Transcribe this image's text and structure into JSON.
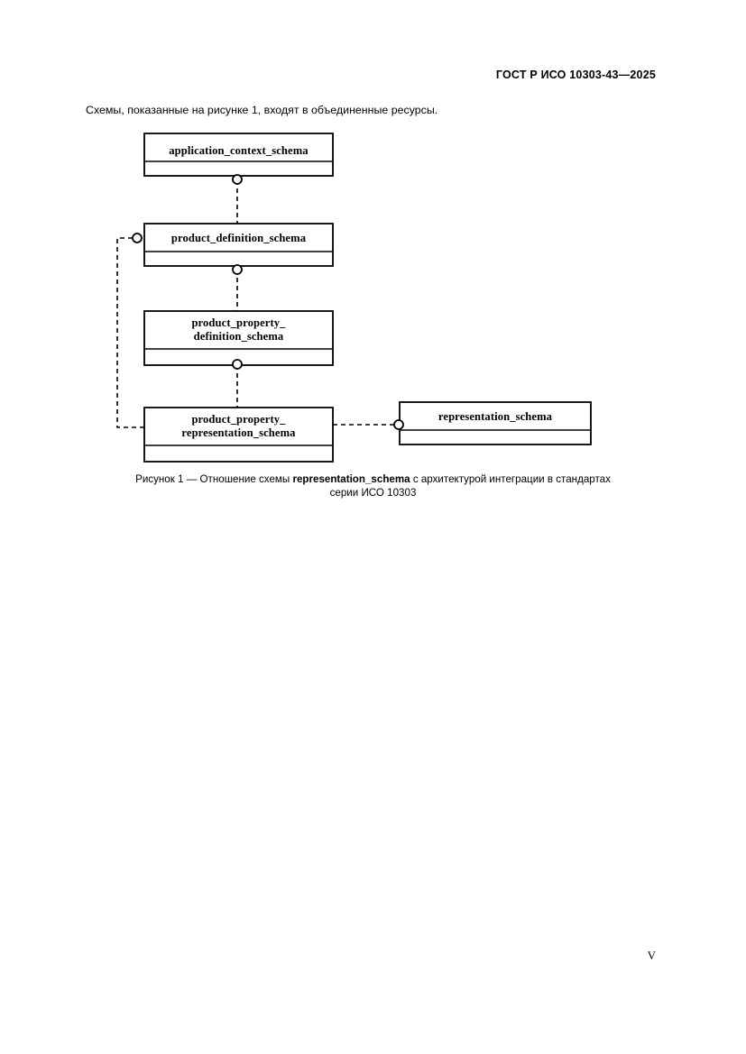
{
  "header": {
    "standard_id": "ГОСТ Р ИСО 10303-43—2025"
  },
  "body": {
    "intro_paragraph": "Схемы, показанные на рисунке 1, входят в объединенные ресурсы."
  },
  "figure": {
    "caption_prefix": "Рисунок 1 — Отношение схемы ",
    "caption_bold": "representation_schema",
    "caption_suffix": " с архитектурой интеграции в стандартах",
    "caption_line2": "серии ИСО 10303",
    "boxes": [
      {
        "id": "application_context_schema",
        "title_line1": "application_context_schema",
        "title_line2": ""
      },
      {
        "id": "product_definition_schema",
        "title_line1": "product_definition_schema",
        "title_line2": ""
      },
      {
        "id": "product_property_definition_schema",
        "title_line1": "product_property_",
        "title_line2": "definition_schema"
      },
      {
        "id": "product_property_representation_schema",
        "title_line1": "product_property_",
        "title_line2": "representation_schema"
      },
      {
        "id": "representation_schema",
        "title_line1": "representation_schema",
        "title_line2": ""
      }
    ],
    "connectors": [
      {
        "from": "application_context_schema",
        "to": "product_definition_schema",
        "style": "dashed",
        "endpoint": "circle"
      },
      {
        "from": "product_definition_schema",
        "to": "product_property_definition_schema",
        "style": "dashed",
        "endpoint": "circle"
      },
      {
        "from": "product_property_definition_schema",
        "to": "product_property_representation_schema",
        "style": "dashed",
        "endpoint": "circle"
      },
      {
        "from": "product_property_representation_schema",
        "to": "product_definition_schema",
        "style": "dashed",
        "endpoint": "circle"
      },
      {
        "from": "product_property_representation_schema",
        "to": "representation_schema",
        "style": "dashed",
        "endpoint": "circle"
      }
    ]
  },
  "footer": {
    "page_number": "V"
  },
  "colors": {
    "text": "#000000",
    "line": "#000000",
    "page_background": "#ffffff"
  }
}
